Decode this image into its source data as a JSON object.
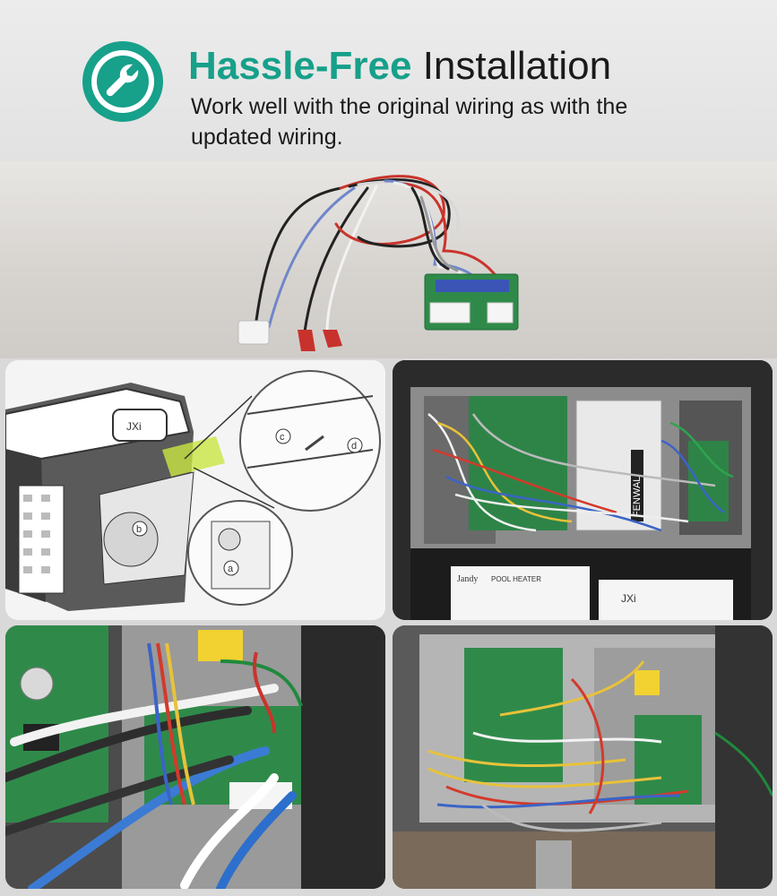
{
  "header": {
    "title_accent": "Hassle-Free",
    "title_rest": " Installation",
    "subtitle": "Work well with the original wiring as with the updated wiring.",
    "logo_icon": "wrench-icon",
    "accent_color": "#17a08a"
  },
  "labels": {
    "brand": "Jandy",
    "product": "POOL HEATER",
    "model": "JXi",
    "controller": "FENWAL",
    "callout_a": "a",
    "callout_b": "b",
    "callout_c": "c",
    "callout_d": "d"
  }
}
